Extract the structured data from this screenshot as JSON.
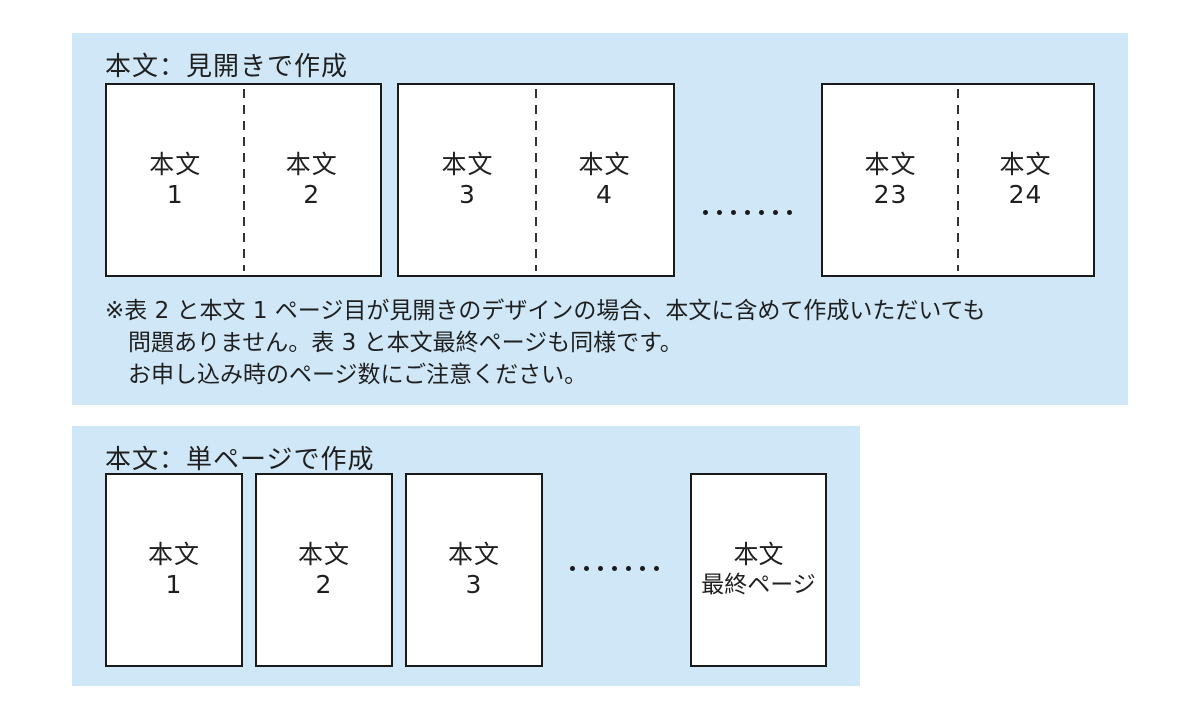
{
  "colors": {
    "panel_bg": "#cfe7f6",
    "box_bg": "#ffffff",
    "line": "#1a1a1a",
    "text": "#1f1f1f"
  },
  "spread_section": {
    "title": "本文：見開きで作成",
    "spreads": [
      {
        "pages": [
          {
            "label": "本文",
            "num": "1"
          },
          {
            "label": "本文",
            "num": "2"
          }
        ]
      },
      {
        "pages": [
          {
            "label": "本文",
            "num": "3"
          },
          {
            "label": "本文",
            "num": "4"
          }
        ]
      },
      {
        "pages": [
          {
            "label": "本文",
            "num": "23"
          },
          {
            "label": "本文",
            "num": "24"
          }
        ]
      }
    ],
    "ellipsis_dots": 7,
    "note": {
      "line1": "※表 2 と本文 1 ページ目が見開きのデザインの場合、本文に含めて作成いただいても",
      "line2": "問題ありません。表 3 と本文最終ページも同様です。",
      "line3": "お申し込み時のページ数にご注意ください。"
    }
  },
  "single_section": {
    "title": "本文：単ページで作成",
    "ellipsis_dots": 7,
    "pages": [
      {
        "label": "本文",
        "num": "1"
      },
      {
        "label": "本文",
        "num": "2"
      },
      {
        "label": "本文",
        "num": "3"
      },
      {
        "label": "本文",
        "num": "最終ページ"
      }
    ]
  }
}
